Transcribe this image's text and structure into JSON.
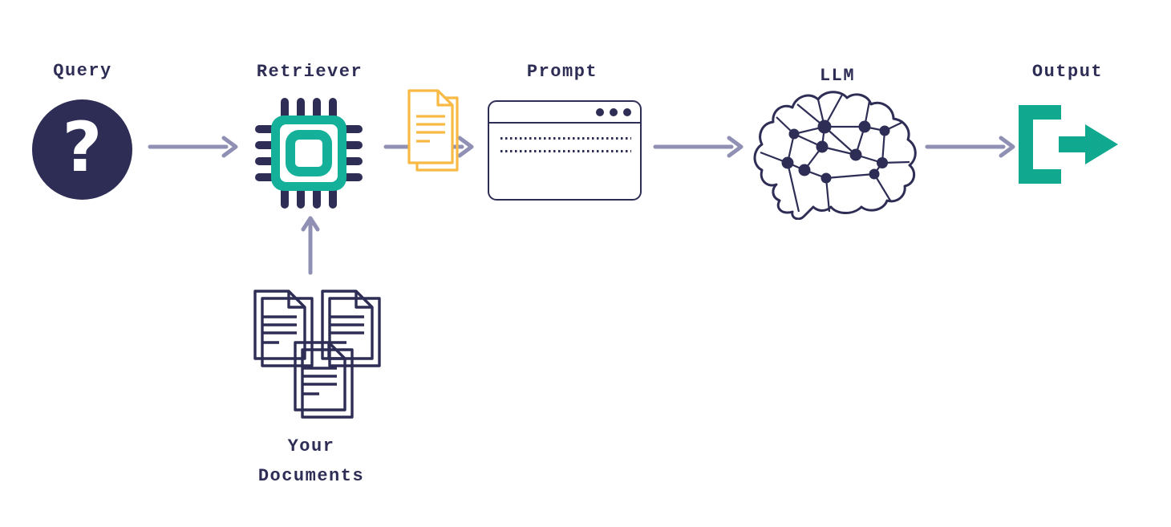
{
  "diagram": {
    "nodes": {
      "query": {
        "label": "Query",
        "icon": "question-mark-circle-icon"
      },
      "retriever": {
        "label": "Retriever",
        "icon": "chip-icon"
      },
      "prompt": {
        "label": "Prompt",
        "icon": "browser-window-icon"
      },
      "llm": {
        "label": "LLM",
        "icon": "brain-network-icon"
      },
      "output": {
        "label": "Output",
        "icon": "export-arrow-icon"
      },
      "documents": {
        "label": "Your Documents",
        "icon": "documents-stack-icon"
      }
    },
    "edges": [
      [
        "query",
        "retriever"
      ],
      [
        "retriever",
        "prompt"
      ],
      [
        "prompt",
        "llm"
      ],
      [
        "llm",
        "output"
      ],
      [
        "documents",
        "retriever"
      ]
    ],
    "glyphs": {
      "question_mark": "?"
    },
    "colors": {
      "navy": "#2d2d55",
      "teal_chip": "#14b09a",
      "teal_output": "#10a88f",
      "yellow": "#f8ba44",
      "arrow": "#8f90b4",
      "background": "#ffffff"
    }
  }
}
